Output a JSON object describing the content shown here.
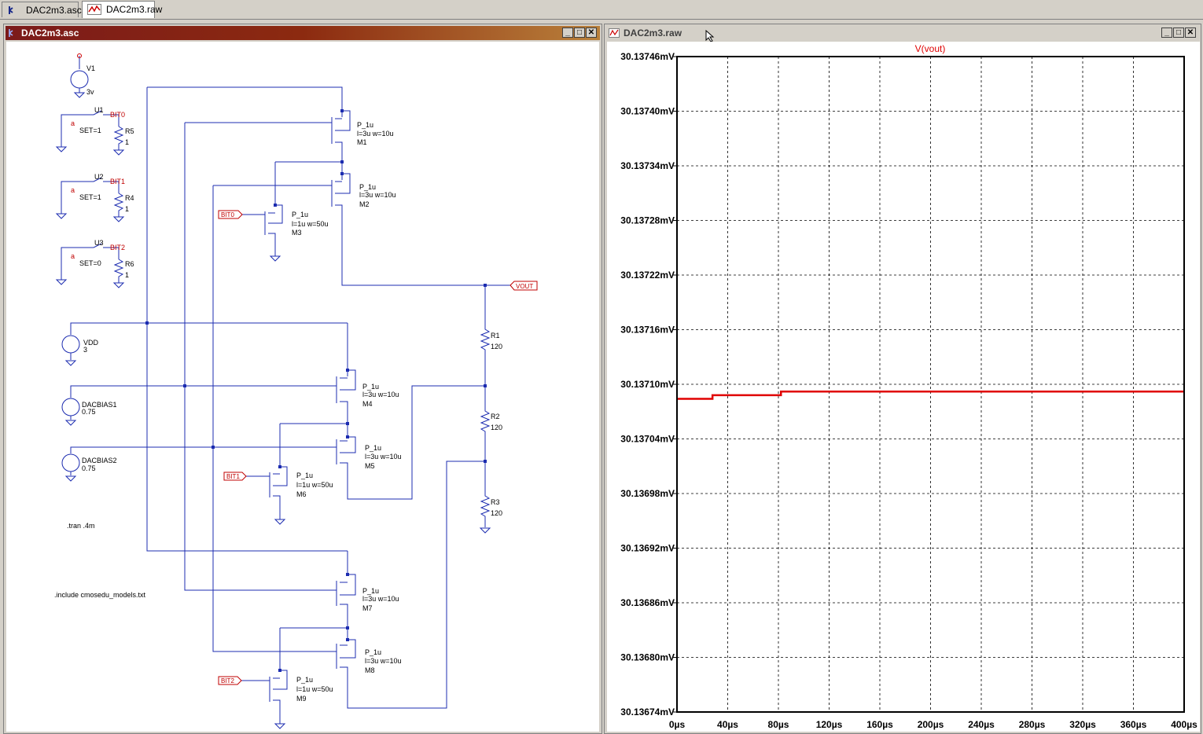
{
  "tabs": [
    {
      "label": "DAC2m3.asc",
      "icon": "schematic-icon"
    },
    {
      "label": "DAC2m3.raw",
      "icon": "waveform-icon"
    }
  ],
  "schematic_window": {
    "title": "DAC2m3.asc",
    "buttons": [
      "minimize",
      "maximize",
      "close"
    ],
    "components": {
      "v1": {
        "name": "V1",
        "value": "3v"
      },
      "u1": {
        "name": "U1",
        "set": "SET=1",
        "net": "BIT0",
        "r": "R5",
        "rv": "1",
        "pin": "a"
      },
      "u2": {
        "name": "U2",
        "set": "SET=1",
        "net": "BIT1",
        "r": "R4",
        "rv": "1",
        "pin": "a"
      },
      "u3": {
        "name": "U3",
        "set": "SET=0",
        "net": "BIT2",
        "r": "R6",
        "rv": "1",
        "pin": "a"
      },
      "vdd": {
        "name": "VDD",
        "value": "3"
      },
      "dacbias1": {
        "name": "DACBIAS1",
        "value": "0.75"
      },
      "dacbias2": {
        "name": "DACBIAS2",
        "value": "0.75"
      },
      "m1": {
        "model": "P_1u",
        "size": "l=3u w=10u",
        "name": "M1"
      },
      "m2": {
        "model": "P_1u",
        "size": "l=3u w=10u",
        "name": "M2"
      },
      "m3": {
        "model": "P_1u",
        "size": "l=1u w=50u",
        "name": "M3"
      },
      "m4": {
        "model": "P_1u",
        "size": "l=3u w=10u",
        "name": "M4"
      },
      "m5": {
        "model": "P_1u",
        "size": "l=3u w=10u",
        "name": "M5"
      },
      "m6": {
        "model": "P_1u",
        "size": "l=1u w=50u",
        "name": "M6"
      },
      "m7": {
        "model": "P_1u",
        "size": "l=3u w=10u",
        "name": "M7"
      },
      "m8": {
        "model": "P_1u",
        "size": "l=3u w=10u",
        "name": "M8"
      },
      "m9": {
        "model": "P_1u",
        "size": "l=1u w=50u",
        "name": "M9"
      },
      "r1": {
        "name": "R1",
        "value": "120"
      },
      "r2": {
        "name": "R2",
        "value": "120"
      },
      "r3": {
        "name": "R3",
        "value": "120"
      }
    },
    "net_labels": {
      "bit0": "BIT0",
      "bit1": "BIT1",
      "bit2": "BIT2",
      "vout": "VOUT"
    },
    "directives": {
      "tran": ".tran .4m",
      "include": ".include cmosedu_models.txt"
    }
  },
  "plot_window": {
    "title": "DAC2m3.raw",
    "buttons": [
      "minimize",
      "maximize",
      "close"
    ]
  },
  "chart_data": {
    "type": "line",
    "title": "",
    "legend": [
      "V(vout)"
    ],
    "trace_color": "#e00000",
    "xlabel": "",
    "ylabel": "",
    "x_tick_labels": [
      "0µs",
      "40µs",
      "80µs",
      "120µs",
      "160µs",
      "200µs",
      "240µs",
      "280µs",
      "320µs",
      "360µs",
      "400µs"
    ],
    "y_tick_labels": [
      "30.13746mV",
      "30.13740mV",
      "30.13734mV",
      "30.13728mV",
      "30.13722mV",
      "30.13716mV",
      "30.13710mV",
      "30.13704mV",
      "30.13698mV",
      "30.13692mV",
      "30.13686mV",
      "30.13680mV",
      "30.13674mV"
    ],
    "xlim": [
      0,
      400
    ],
    "ylim": [
      30.13674,
      30.13746
    ],
    "x_unit": "µs",
    "y_unit": "mV",
    "grid": true,
    "series": [
      {
        "name": "V(vout)",
        "x": [
          0,
          28,
          28,
          82,
          82,
          400
        ],
        "y": [
          30.137084,
          30.137084,
          30.137088,
          30.137088,
          30.137092,
          30.137092
        ]
      }
    ]
  }
}
